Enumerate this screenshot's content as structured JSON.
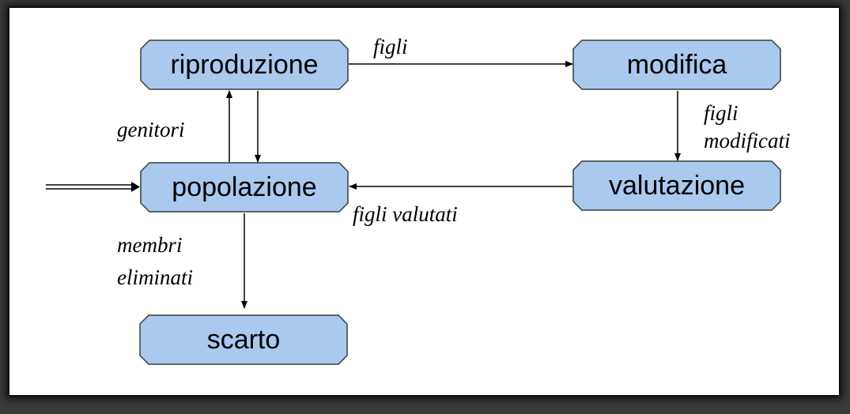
{
  "diagram": {
    "nodes": {
      "riproduzione": "riproduzione",
      "modifica": "modifica",
      "valutazione": "valutazione",
      "popolazione": "popolazione",
      "scarto": "scarto"
    },
    "edge_labels": {
      "figli": "figli",
      "figli_modificati_line1": "figli",
      "figli_modificati_line2": "modificati",
      "figli_valutati": "figli valutati",
      "genitori": "genitori",
      "membri_eliminati_line1": "membri",
      "membri_eliminati_line2": "eliminati"
    },
    "colors": {
      "node_fill": "#a9c9ef",
      "node_stroke": "#3b3b3b",
      "edge": "#000000"
    }
  }
}
